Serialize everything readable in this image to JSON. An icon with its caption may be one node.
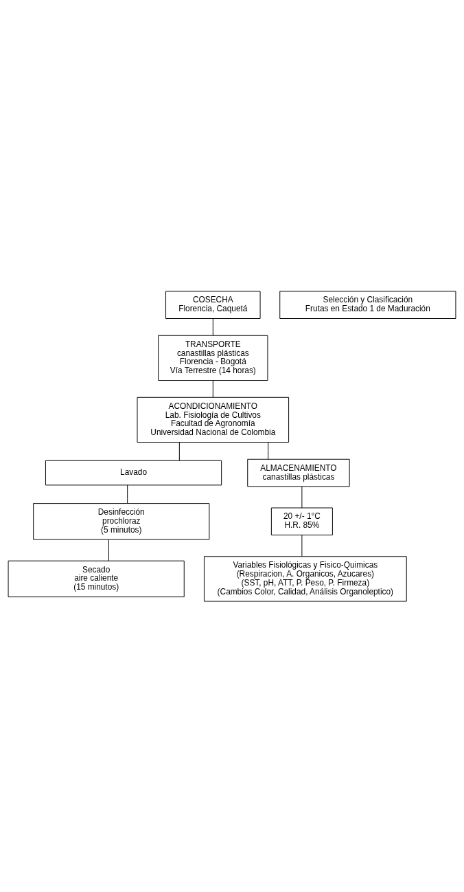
{
  "diagram": {
    "nodes": [
      {
        "text": [
          "COSECHA",
          "Florencia, Caquetá"
        ]
      },
      {
        "text": [
          "Selección y Clasificación",
          "Frutas en Estado 1 de Maduración"
        ]
      },
      {
        "text": [
          "TRANSPORTE",
          "canastillas plásticas",
          "Florencia - Bogotá",
          "Vía Terrestre (14 horas)"
        ]
      },
      {
        "text": [
          "ACONDICIONAMIENTO",
          "Lab. Fisiología de Cultivos",
          "Facultad de Agronomía",
          "Universidad Nacional de Colombia"
        ]
      },
      {
        "text": [
          "Lavado"
        ]
      },
      {
        "text": [
          "Desinfección",
          "prochloraz",
          "(5 minutos)"
        ]
      },
      {
        "text": [
          "Secado",
          "aire caliente",
          "(15 minutos)"
        ]
      },
      {
        "text": [
          "ALMACENAMIENTO",
          "canastillas plásticas"
        ]
      },
      {
        "text": [
          "20 +/- 1°C",
          "H.R. 85%"
        ]
      },
      {
        "text": [
          "Variables Fisiológicas y Fisico-Quimicas",
          "(Respiracion, A. Organicos, Azucares)",
          "(SST, pH, ATT, P. Peso, P. Firmeza)",
          "(Cambios Color, Calidad, Análisis Organoleptico)"
        ]
      }
    ],
    "edges": [
      {
        "from": 0,
        "to": 2,
        "arrow": "none"
      },
      {
        "from": 2,
        "to": 3,
        "arrow": "none"
      },
      {
        "from": 3,
        "to": 4,
        "arrow": "none"
      },
      {
        "from": 4,
        "to": 5,
        "arrow": "none"
      },
      {
        "from": 5,
        "to": 6,
        "arrow": "none"
      },
      {
        "from": 3,
        "to": 7,
        "arrow": "none"
      },
      {
        "from": 7,
        "to": 8,
        "arrow": "none"
      },
      {
        "from": 8,
        "to": 9,
        "arrow": "none"
      }
    ]
  }
}
